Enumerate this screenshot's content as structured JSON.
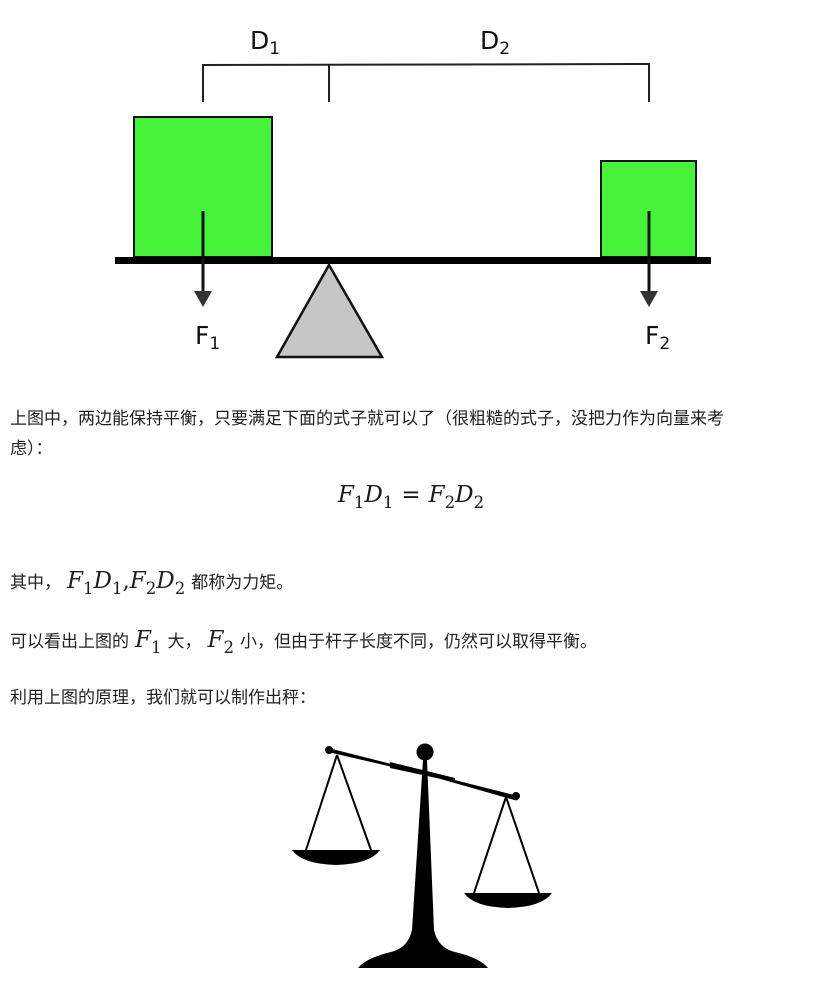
{
  "lever_figure": {
    "labels": {
      "d1": "D",
      "d1_sub": "1",
      "d2": "D",
      "d2_sub": "2",
      "f1": "F",
      "f1_sub": "1",
      "f2": "F",
      "f2_sub": "2"
    },
    "colors": {
      "block_fill": "#47f33a",
      "fulcrum_fill": "#c6c6c6",
      "stroke": "#000000",
      "arrow": "#333333"
    }
  },
  "paragraphs": {
    "p1_line1": "上图中，两边能保持平衡，只要满足下面的式子就可以了（很粗糙的式子，没把力作为向量来考",
    "p1_line2": "虑）：",
    "p2_prefix": "其中，",
    "p2_suffix": "都称为力矩。",
    "p3_prefix": "可以看出上图的",
    "p3_mid": "大，",
    "p3_suffix": "小，但由于杆子长度不同，仍然可以取得平衡。",
    "p4": "利用上图的原理，我们就可以制作出秤："
  },
  "formula": {
    "lhs_f": "F",
    "lhs_f_sub": "1",
    "lhs_d": "D",
    "lhs_d_sub": "1",
    "equals": "=",
    "rhs_f": "F",
    "rhs_f_sub": "2",
    "rhs_d": "D",
    "rhs_d_sub": "2"
  },
  "inline_math": {
    "torque_1_f": "F",
    "torque_1_f_sub": "1",
    "torque_1_d": "D",
    "torque_1_d_sub": "1",
    "comma": ",",
    "torque_2_f": "F",
    "torque_2_f_sub": "2",
    "torque_2_d": "D",
    "torque_2_d_sub": "2",
    "big_f": "F",
    "big_f_sub": "1",
    "small_f": "F",
    "small_f_sub": "2"
  },
  "scale_figure": {
    "color": "#000000"
  }
}
